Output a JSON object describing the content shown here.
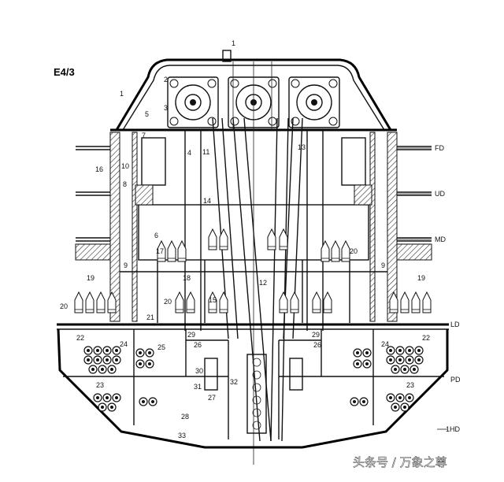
{
  "title": "E4/3",
  "decks": {
    "fd": "FD",
    "ud": "UD",
    "md": "MD",
    "ld": "LD",
    "pd": "PD",
    "hd": "1HD"
  },
  "labels": {
    "l1": "1",
    "l1b": "1",
    "l2": "2",
    "l3": "3",
    "l4": "4",
    "l5": "5",
    "l6": "6",
    "l7": "7",
    "l8": "8",
    "l9": "9",
    "l9b": "9",
    "l10": "10",
    "l11": "11",
    "l12": "12",
    "l13": "13",
    "l14": "14",
    "l15": "15",
    "l16": "16",
    "l17": "17",
    "l18": "18",
    "l19": "19",
    "l19b": "19",
    "l20": "20",
    "l20b": "20",
    "l20c": "20",
    "l21": "21",
    "l22": "22",
    "l22b": "22",
    "l23": "23",
    "l23b": "23",
    "l24": "24",
    "l24b": "24",
    "l25": "25",
    "l26": "26",
    "l26b": "26",
    "l27": "27",
    "l28": "28",
    "l29": "29",
    "l29b": "29",
    "l30": "30",
    "l31": "31",
    "l32": "32",
    "l33": "33"
  },
  "watermark": "头条号 / 万象之尊"
}
